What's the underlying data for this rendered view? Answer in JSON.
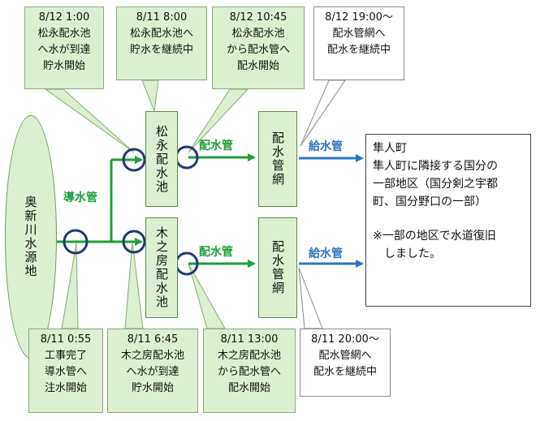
{
  "source": {
    "label": "奥新川水源地"
  },
  "pipes": {
    "conduit": "導水管",
    "distribution_upper": "配水管",
    "distribution_lower": "配水管",
    "supply_upper": "給水管",
    "supply_lower": "給水管"
  },
  "nodes": {
    "matsunaga_reservoir": "松永配水池",
    "kinobo_reservoir": "木之房配水池",
    "network_upper": "配水管網",
    "network_lower": "配水管網"
  },
  "destination": {
    "lines": [
      "隼人町",
      "隼人町に隣接する国分の",
      "一部地区（国分剣之宇都",
      "町、国分野口の一部）"
    ],
    "note_lines": [
      "※一部の地区で水道復旧",
      "しました。"
    ]
  },
  "top_callouts": [
    {
      "lines": [
        "8/12 1:00",
        "松永配水池",
        "へ水が到達",
        "貯水開始"
      ]
    },
    {
      "lines": [
        "8/11 8:00",
        "松永配水池へ",
        "貯水を継続中"
      ]
    },
    {
      "lines": [
        "8/12 10:45",
        "松永配水池",
        "から配水管へ",
        "配水開始"
      ]
    },
    {
      "lines": [
        "8/12 19:00～",
        "配水管網へ",
        "配水を継続中"
      ]
    }
  ],
  "bottom_callouts": [
    {
      "lines": [
        "8/11 0:55",
        "工事完了",
        "導水管へ",
        "注水開始"
      ]
    },
    {
      "lines": [
        "8/11 6:45",
        "木之房配水池",
        "へ水が到達",
        "貯水開始"
      ]
    },
    {
      "lines": [
        "8/11 13:00",
        "木之房配水池",
        "から配水管へ",
        "配水開始"
      ]
    },
    {
      "lines": [
        "8/11 20:00～",
        "配水管網へ",
        "配水を継続中"
      ]
    }
  ],
  "colors": {
    "green_pipe": "#1f9e3a",
    "blue_pipe": "#2d74c0",
    "box_fill": "#dcefd1",
    "circle": "#1f3a6e"
  }
}
